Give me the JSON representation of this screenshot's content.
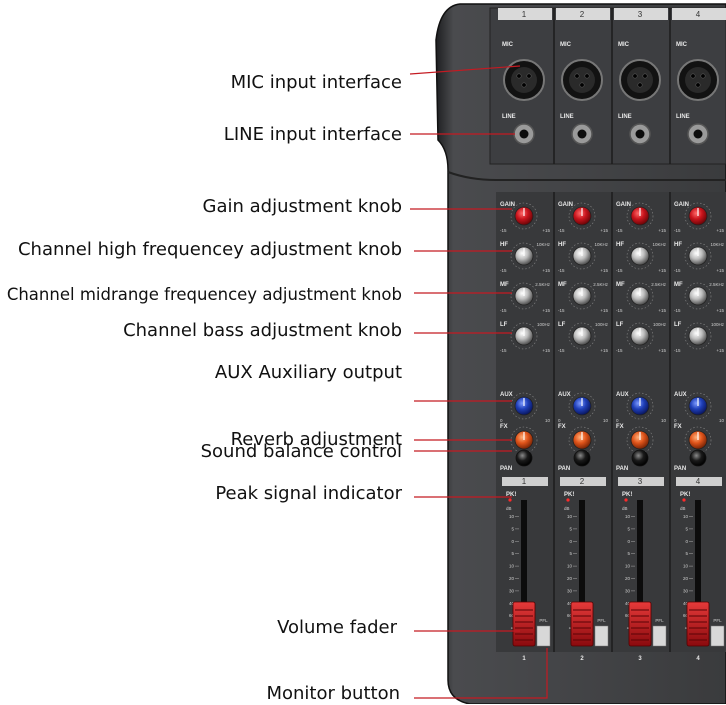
{
  "annotations": [
    {
      "id": "mic",
      "label": "MIC input interface"
    },
    {
      "id": "line",
      "label": "LINE input interface"
    },
    {
      "id": "gain",
      "label": "Gain adjustment knob"
    },
    {
      "id": "hf",
      "label": "Channel high frequencey adjustment knob"
    },
    {
      "id": "mf",
      "label": "Channel midrange frequencey adjustment knob"
    },
    {
      "id": "lf",
      "label": "Channel bass adjustment knob"
    },
    {
      "id": "aux",
      "label": "AUX Auxiliary output"
    },
    {
      "id": "fx",
      "label": "Reverb adjustment"
    },
    {
      "id": "pan",
      "label": "Sound balance control"
    },
    {
      "id": "peak",
      "label": "Peak signal indicator"
    },
    {
      "id": "fader",
      "label": "Volume fader"
    },
    {
      "id": "monitor",
      "label": "Monitor button"
    }
  ],
  "mixer": {
    "channel_numbers": [
      "1",
      "2",
      "3",
      "4"
    ],
    "section_labels": {
      "mic": "MIC",
      "line": "LINE",
      "gain": "GAIN",
      "hf": "HF",
      "mf": "MF",
      "lf": "LF",
      "aux": "AUX",
      "fx": "FX",
      "pan": "PAN",
      "pk": "PK!",
      "db": "dB",
      "pfl": "PFL"
    },
    "freq_labels": {
      "hf": "10KHz",
      "mf": "2.5KHz",
      "lf": "100Hz"
    },
    "range_labels": {
      "min": "-15",
      "max": "+15",
      "aux_min": "0",
      "aux_max": "10"
    },
    "meter_scale": [
      "10",
      "5",
      "0",
      "5",
      "10",
      "20",
      "30",
      "40",
      "60",
      "∞"
    ],
    "colors": {
      "panel": "#3a3b3d",
      "panel_dark": "#2a2b2d",
      "gain_knob": "#c8141c",
      "aux_knob": "#1f3fb8",
      "fx_knob": "#e0541a",
      "eq_knob": "#bdbdbd",
      "pan_knob": "#1a1a1a",
      "fader_cap": "#c8141c",
      "leader_line": "#c41a22"
    }
  }
}
